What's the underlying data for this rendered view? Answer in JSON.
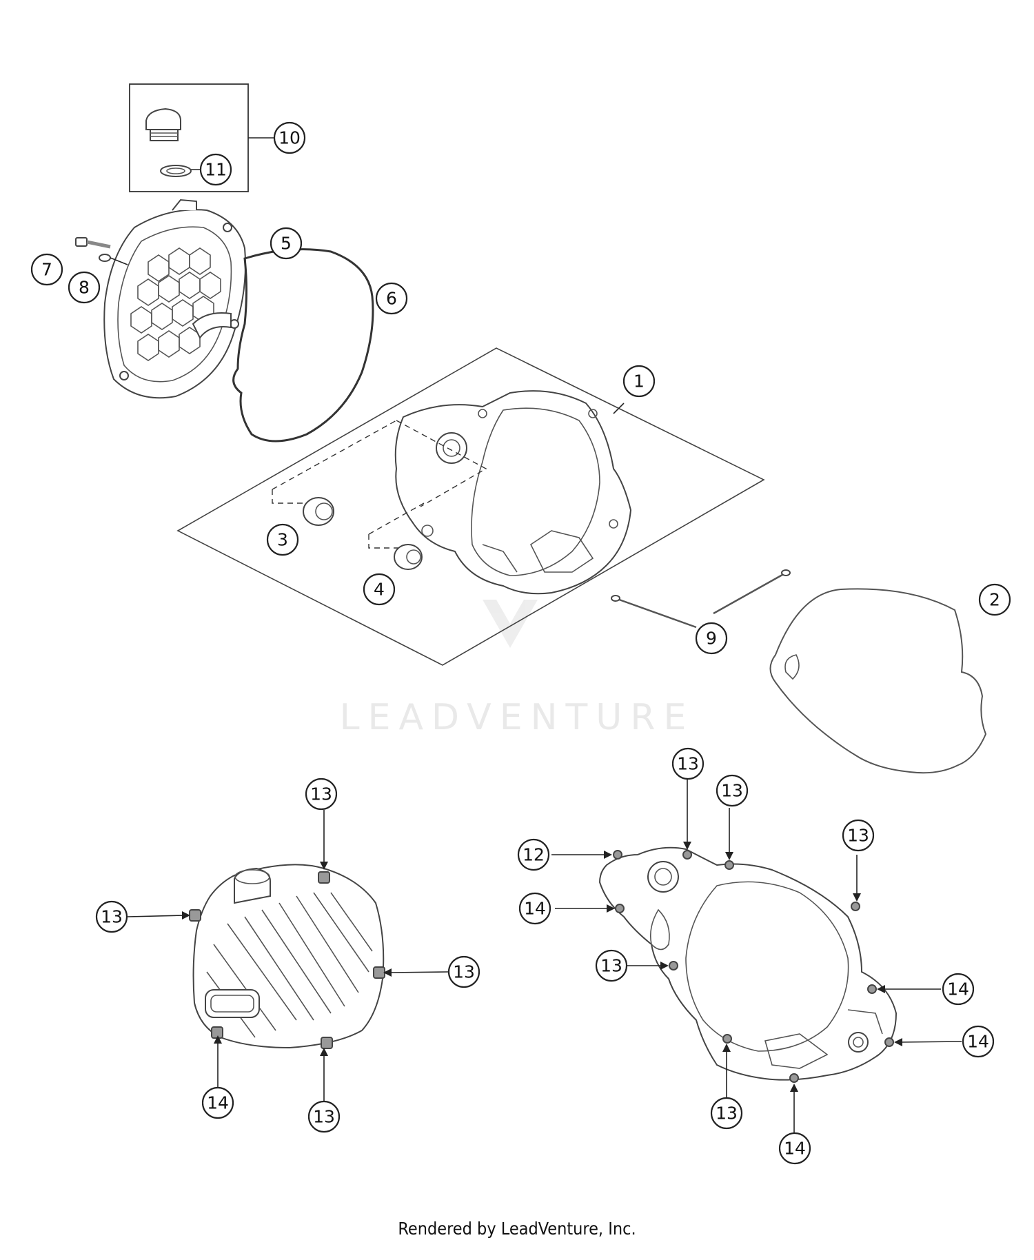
{
  "callouts": [
    {
      "id": "c10",
      "label": "10"
    },
    {
      "id": "c11",
      "label": "11"
    },
    {
      "id": "c5",
      "label": "5"
    },
    {
      "id": "c7",
      "label": "7"
    },
    {
      "id": "c8",
      "label": "8"
    },
    {
      "id": "c6",
      "label": "6"
    },
    {
      "id": "c1",
      "label": "1"
    },
    {
      "id": "c3",
      "label": "3"
    },
    {
      "id": "c4",
      "label": "4"
    },
    {
      "id": "c9",
      "label": "9"
    },
    {
      "id": "c2",
      "label": "2"
    },
    {
      "id": "c13a",
      "label": "13"
    },
    {
      "id": "c13b",
      "label": "13"
    },
    {
      "id": "c13c",
      "label": "13"
    },
    {
      "id": "c14a",
      "label": "14"
    },
    {
      "id": "c13d",
      "label": "13"
    },
    {
      "id": "c13e",
      "label": "13"
    },
    {
      "id": "c13f",
      "label": "13"
    },
    {
      "id": "c13g",
      "label": "13"
    },
    {
      "id": "c12",
      "label": "12"
    },
    {
      "id": "c14b",
      "label": "14"
    },
    {
      "id": "c13h",
      "label": "13"
    },
    {
      "id": "c14c",
      "label": "14"
    },
    {
      "id": "c14d",
      "label": "14"
    },
    {
      "id": "c13i",
      "label": "13"
    },
    {
      "id": "c14e",
      "label": "14"
    }
  ],
  "watermark": {
    "text": "LEADVENTURE"
  },
  "footer": {
    "text": "Rendered by LeadVenture, Inc."
  }
}
